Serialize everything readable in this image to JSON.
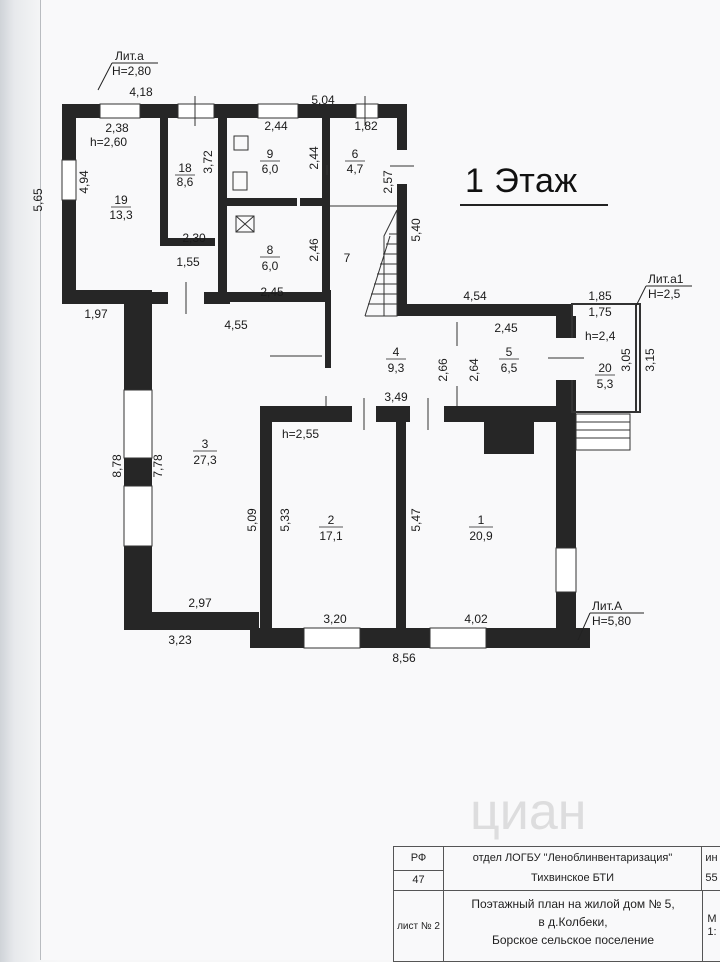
{
  "floor_title": "1 Этаж",
  "liter_a_top": {
    "name": "Лит.а",
    "height": "H=2,80"
  },
  "liter_a1": {
    "name": "Лит.а1",
    "height": "H=2,5"
  },
  "liter_A": {
    "name": "Лит.А",
    "height": "H=5,80"
  },
  "room_heights": {
    "lit_a": "h=2,60",
    "lit_a1": "h=2,4",
    "lit_A": "h=2,55"
  },
  "rooms": [
    {
      "no": "19",
      "area": "13,3"
    },
    {
      "no": "18",
      "area": "8,6"
    },
    {
      "no": "9",
      "area": "6,0"
    },
    {
      "no": "6",
      "area": "4,7"
    },
    {
      "no": "8",
      "area": "6,0"
    },
    {
      "no": "7",
      "area": ""
    },
    {
      "no": "4",
      "area": "9,3"
    },
    {
      "no": "5",
      "area": "6,5"
    },
    {
      "no": "20",
      "area": "5,3"
    },
    {
      "no": "3",
      "area": "27,3"
    },
    {
      "no": "2",
      "area": "17,1"
    },
    {
      "no": "1",
      "area": "20,9"
    }
  ],
  "dimensions": [
    "4,18",
    "5,04",
    "2,38",
    "2,44",
    "1,82",
    "5,65",
    "4,94",
    "3,72",
    "2,44",
    "2,57",
    "5,40",
    "2,30",
    "2,46",
    "1,55",
    "2,45",
    "1,97",
    "4,55",
    "4,54",
    "1,85",
    "1,75",
    "2,45",
    "3,05",
    "3,15",
    "2,66",
    "2,64",
    "3,49",
    "8,78",
    "7,78",
    "5,09",
    "5,33",
    "5,47",
    "2,97",
    "3,23",
    "3,20",
    "4,02",
    "8,56"
  ],
  "stamp": {
    "c1": "РФ",
    "c1b": "47",
    "org1": "отдел ЛОГБУ \"Леноблинвентаризация\"",
    "org2": "Тихвинское БТИ",
    "right_top1": "ин",
    "right_top2": "55",
    "sheet": "лист № 2",
    "desc1": "Поэтажный план на жилой дом № 5,",
    "desc2": "в д.Колбеки,",
    "desc3": "Борское сельское поселение",
    "right_bot1": "М",
    "right_bot2": "1:"
  },
  "watermark": "циан"
}
